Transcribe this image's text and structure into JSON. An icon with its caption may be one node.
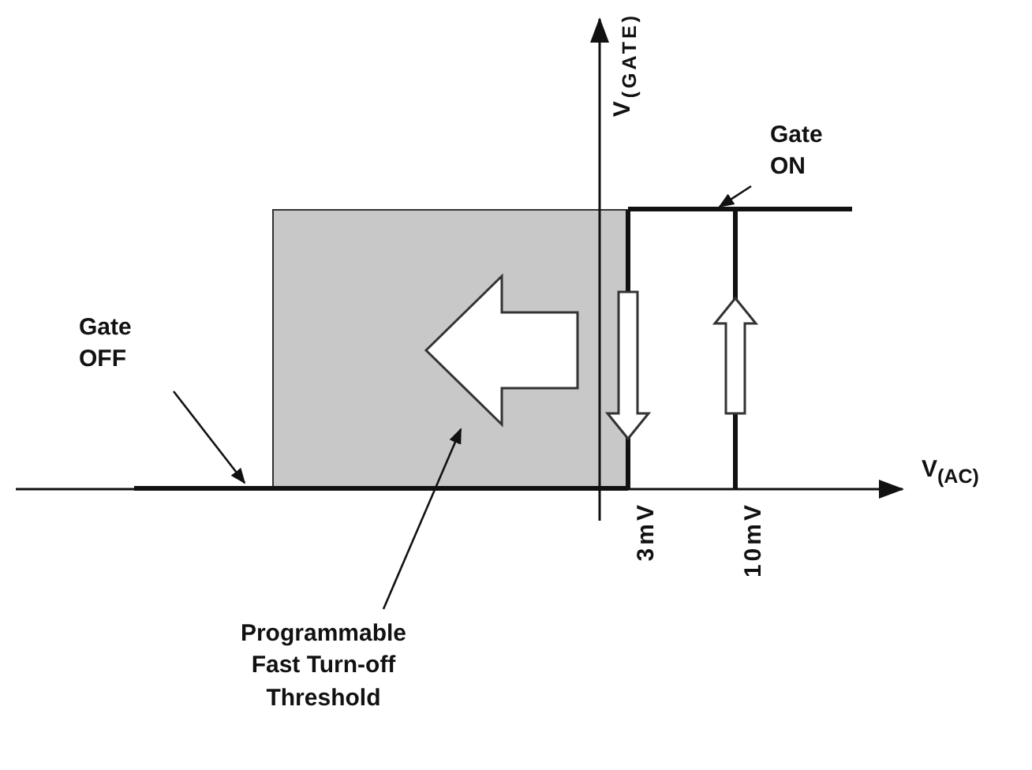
{
  "diagram": {
    "nodes": [
      {
        "text": [
          "Gate OFF"
        ]
      },
      {
        "text": [],
        "shape": "line"
      },
      {
        "text": [
          "Gate ON"
        ]
      },
      {
        "text": [],
        "shape": "line"
      },
      {
        "text": [
          "Programmable Fast Turn-off Threshold"
        ]
      },
      {
        "text": [],
        "shape": "arrow"
      }
    ],
    "edges": [
      {
        "from": 0,
        "to": 1,
        "arrow": "to"
      },
      {
        "from": 2,
        "to": 3,
        "arrow": "to"
      },
      {
        "from": 4,
        "to": 5,
        "arrow": "to"
      },
      {
        "from": 1,
        "to": 3,
        "arrow": "none",
        "style": "thick"
      },
      {
        "from": 1,
        "to": 3,
        "arrow": "none",
        "style": "thick"
      }
    ],
    "labels": [
      "V$_{(GATE)}$",
      "V$_{(AC)}$",
      "3mV",
      "10mV"
    ]
  }
}
